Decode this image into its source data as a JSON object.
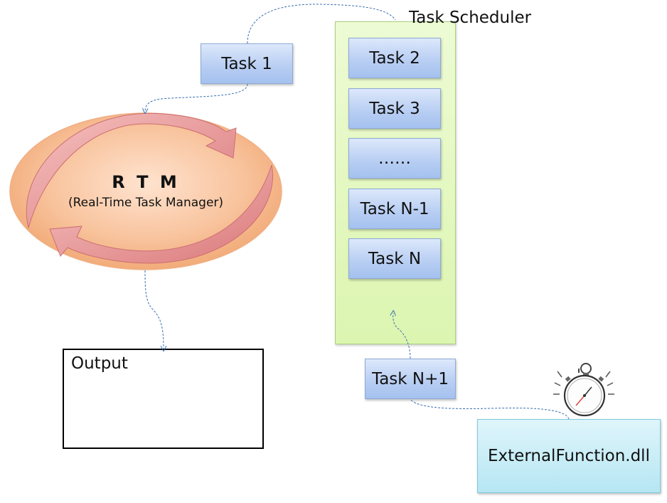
{
  "scheduler": {
    "title": "Task Scheduler"
  },
  "tasks": {
    "task1": "Task 1",
    "task2": "Task 2",
    "task3": "Task 3",
    "ellipsis": "……",
    "taskNm1": "Task N-1",
    "taskN": "Task N",
    "taskNp1": "Task N+1"
  },
  "rtm": {
    "title": "R T M",
    "subtitle": "(Real-Time Task Manager)"
  },
  "output": {
    "label": "Output"
  },
  "external": {
    "label": "ExternalFunction.dll"
  },
  "colors": {
    "task_fill": "#b9cff3",
    "scheduler_fill": "#dcf5b0",
    "rtm_fill": "#f6b98c",
    "arrow_fill": "#e88a8e",
    "connector": "#3b6fb0",
    "external_fill": "#b6e6f3"
  },
  "icons": [
    "stopwatch-icon"
  ]
}
